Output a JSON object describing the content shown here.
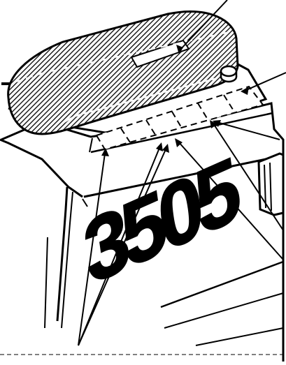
{
  "figure": {
    "model_lettering": "3505",
    "colors": {
      "ink": "#000000",
      "paper": "#ffffff"
    },
    "parts": {
      "cover": "hatched-cover",
      "panel": "label-panel",
      "knob": "round-knob",
      "body": "machine-body",
      "side_handle": "side-handle"
    },
    "label_panel_squares": 6,
    "leader_lines": 8
  }
}
